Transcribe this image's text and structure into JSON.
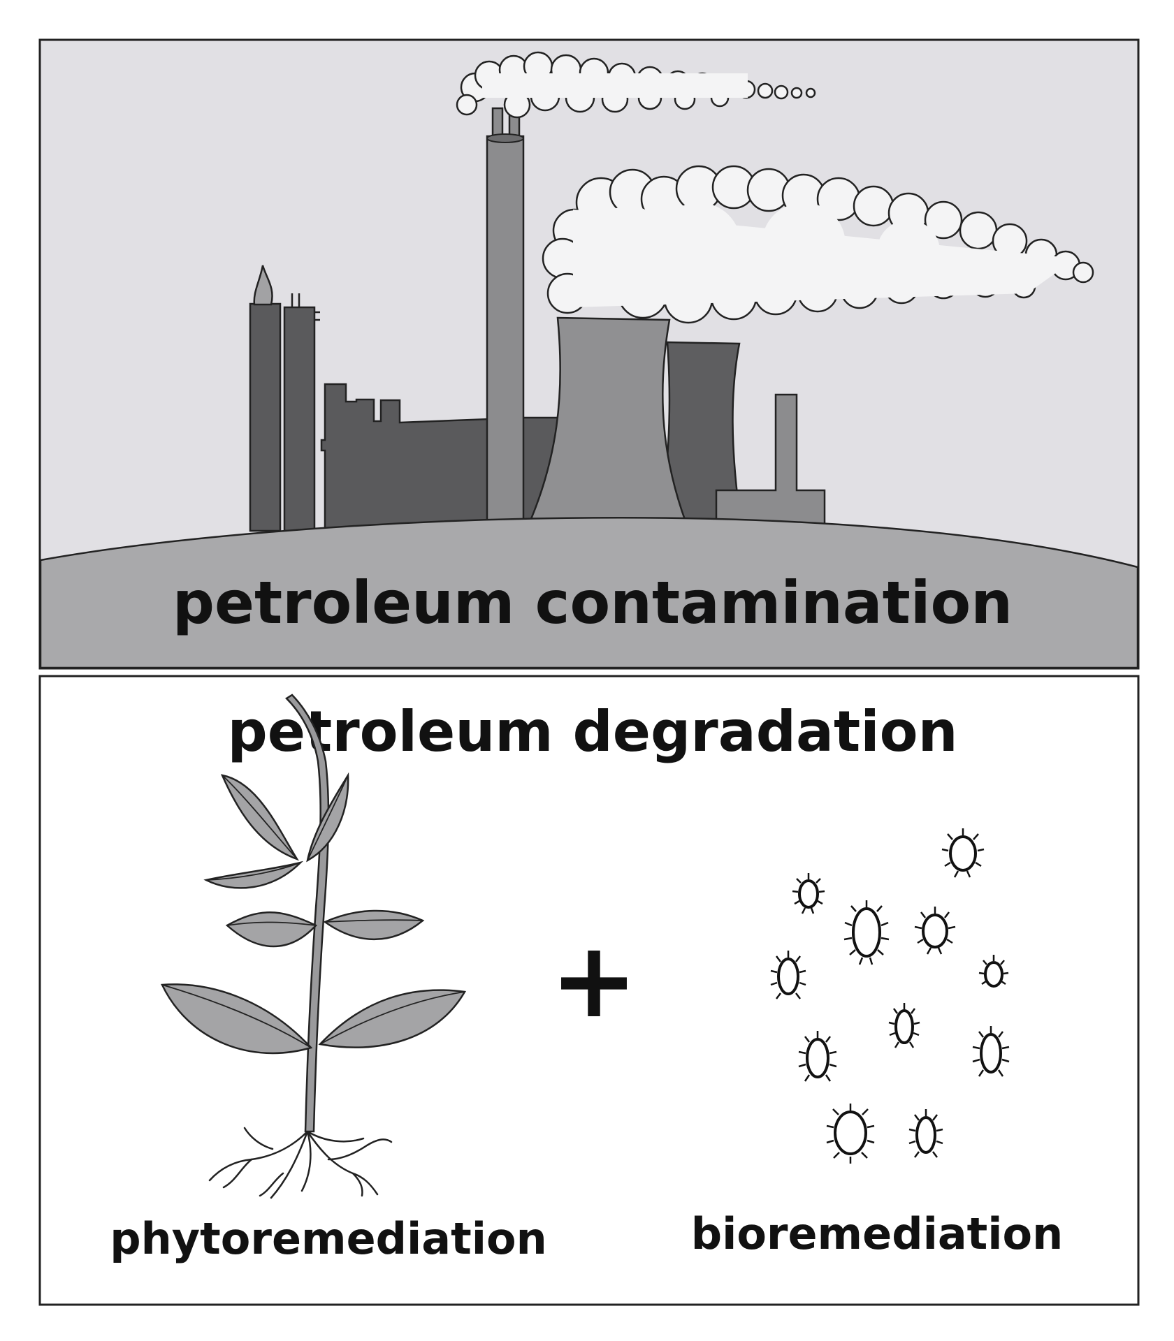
{
  "top_panel": {
    "caption": "petroleum contamination",
    "background_color": "#e1e0e4",
    "ground_color": "#a9a9ab",
    "building_color": "#5a5a5c",
    "tower_color": "#8c8c8e"
  },
  "bottom_panel": {
    "title": "petroleum degradation",
    "plus_symbol": "+",
    "left_label": "phytoremediation",
    "right_label": "bioremediation",
    "leaf_color": "#a4a4a6",
    "stem_color": "#9a9a9c"
  },
  "icons": {
    "factory": "factory-scene",
    "plant": "plant-icon",
    "microbes": "microbe-icon"
  }
}
